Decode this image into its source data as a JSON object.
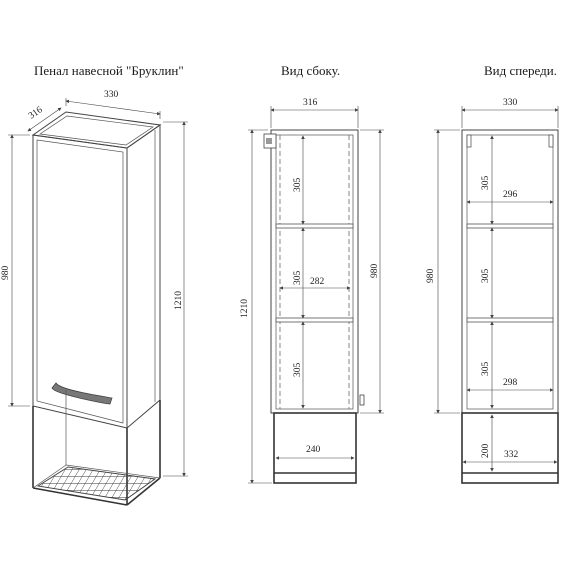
{
  "titles": {
    "iso": "Пенал навесной \"Бруклин\"",
    "side": "Вид сбоку.",
    "front": "Вид спереди."
  },
  "iso_dims": {
    "width": "330",
    "depth": "316",
    "door_h": "980",
    "total_h": "1210"
  },
  "side_dims": {
    "width": "316",
    "total_h": "1210",
    "cab_h": "980",
    "shelf1": "305",
    "shelf2": "305",
    "shelf3": "305",
    "inner_w": "282",
    "bottom_w": "240"
  },
  "front_dims": {
    "width": "330",
    "cab_h": "980",
    "shelf1": "305",
    "shelf2": "305",
    "shelf3": "305",
    "inner_w1": "296",
    "inner_w2": "298",
    "bottom_h": "200",
    "bottom_w": "332"
  }
}
